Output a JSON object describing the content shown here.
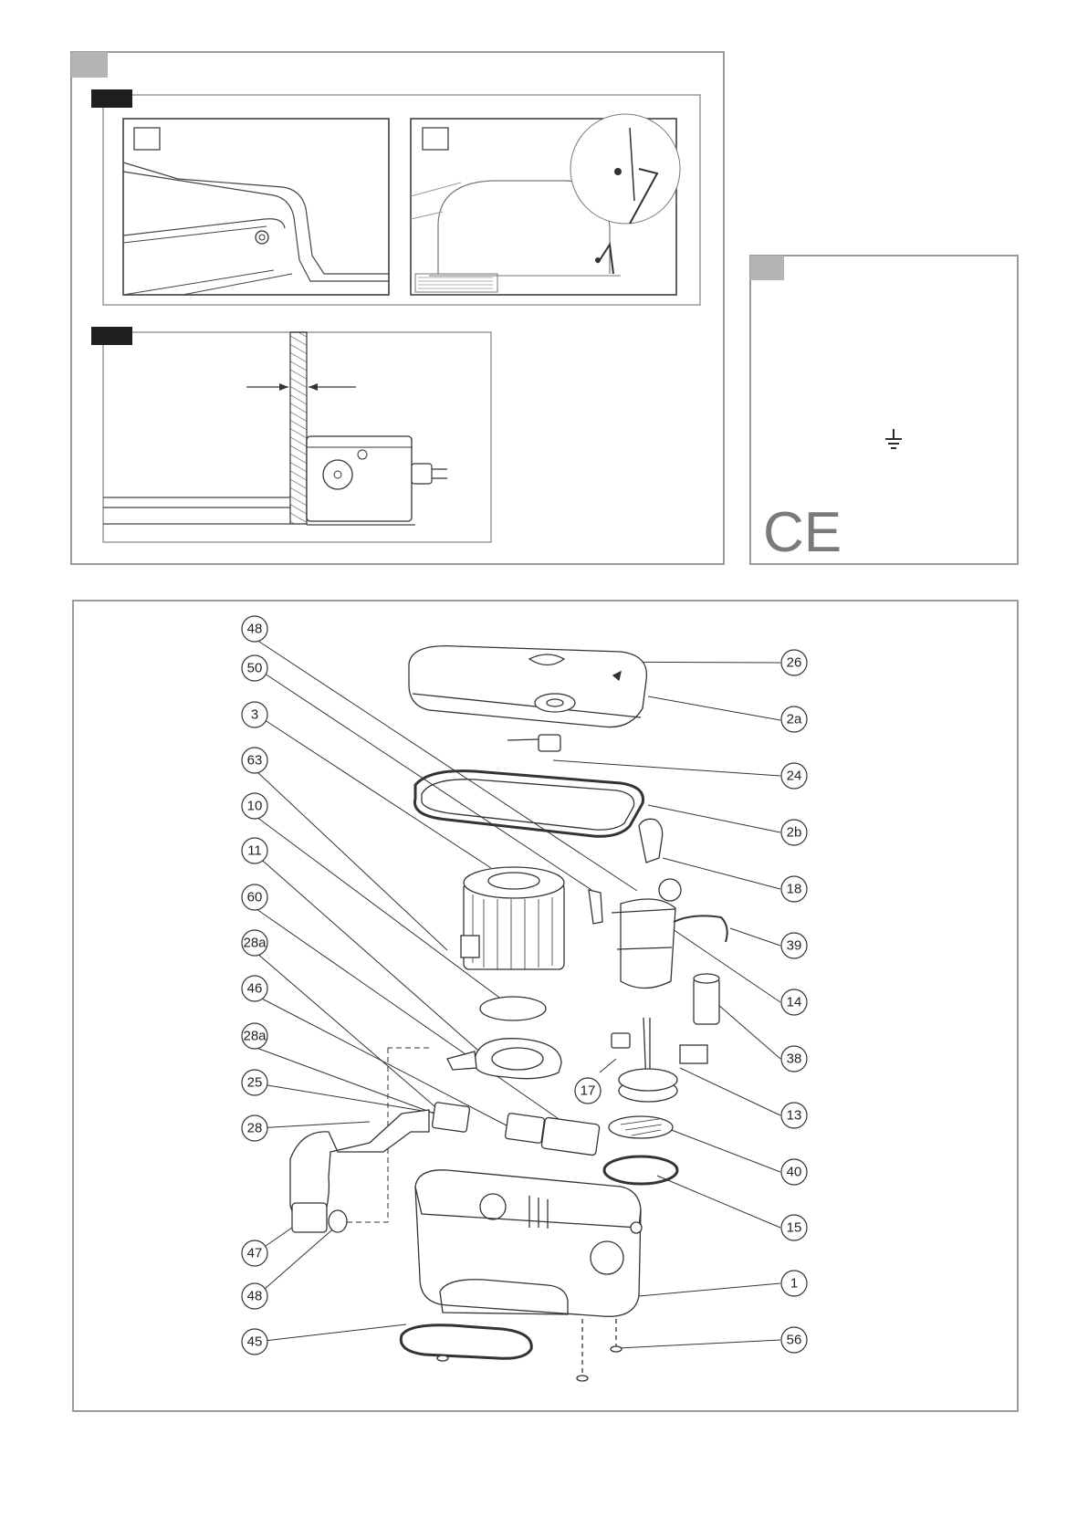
{
  "colors": {
    "frame": "#9a9a9a",
    "tab_grey": "#b4b4b4",
    "tab_dark": "#1e1e1e",
    "line": "#333333",
    "ce_mark": "#7a7a7a"
  },
  "label_panel": {
    "ce_mark": "CE",
    "earth_icon": "earth-ground-icon"
  },
  "exploded_view": {
    "callouts": [
      "48",
      "50",
      "3",
      "63",
      "10",
      "11",
      "60",
      "28a",
      "46",
      "28a",
      "25",
      "28",
      "47",
      "48",
      "45",
      "26",
      "2a",
      "24",
      "2b",
      "18",
      "39",
      "14",
      "38",
      "13",
      "40",
      "15",
      "1",
      "56",
      "17"
    ]
  }
}
